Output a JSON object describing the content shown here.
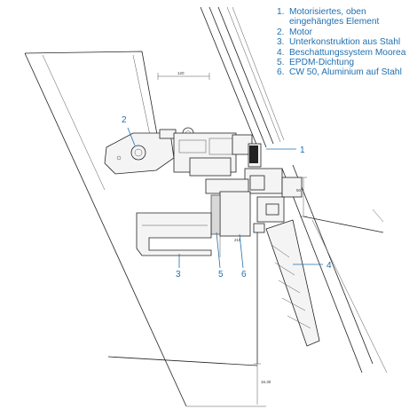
{
  "legend": [
    {
      "num": "1.",
      "text": "Motorisiertes, oben eingehängtes Element"
    },
    {
      "num": "2.",
      "text": "Motor"
    },
    {
      "num": "3.",
      "text": "Unterkonstruktion aus Stahl"
    },
    {
      "num": "4.",
      "text": "Beschattungssystem Moorea"
    },
    {
      "num": "5.",
      "text": "EPDM-Dichtung"
    },
    {
      "num": "6.",
      "text": "CW 50, Aluminium auf Stahl"
    }
  ],
  "callouts": {
    "c1": "1",
    "c2": "2",
    "c3": "3",
    "c4": "4",
    "c5": "5",
    "c6": "6"
  },
  "dimensions": {
    "d120": "120",
    "d50": "50",
    "d215": "215",
    "d1630": "16.30"
  },
  "colors": {
    "accent": "#1f6fb0",
    "line": "#222222"
  }
}
